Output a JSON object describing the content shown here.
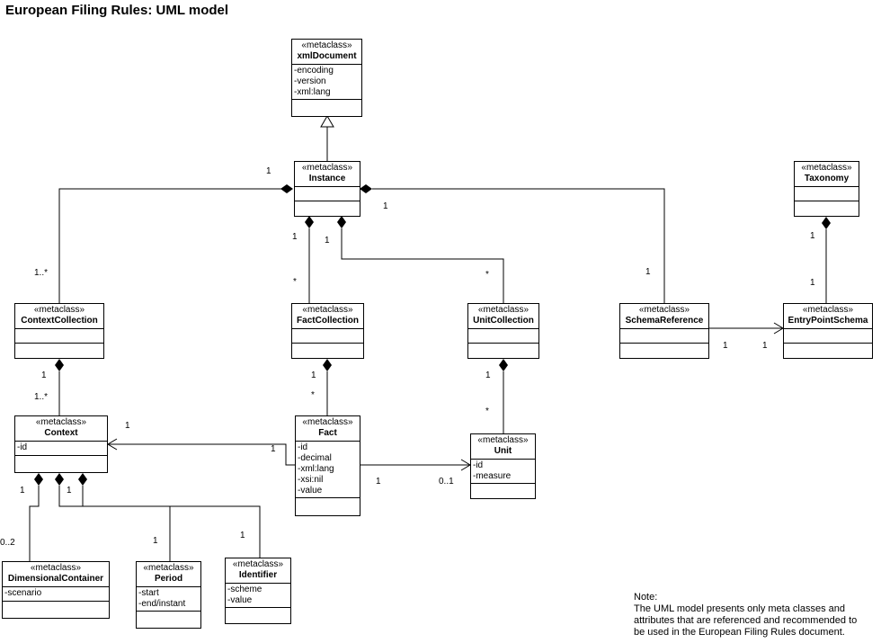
{
  "title": "European Filing Rules: UML model",
  "stereotype": "«metaclass»",
  "classes": {
    "xmlDocument": {
      "name": "xmlDocument",
      "attributes": [
        "-encoding",
        "-version",
        "-xml:lang"
      ]
    },
    "Instance": {
      "name": "Instance",
      "attributes": []
    },
    "Taxonomy": {
      "name": "Taxonomy",
      "attributes": []
    },
    "ContextCollection": {
      "name": "ContextCollection",
      "attributes": []
    },
    "FactCollection": {
      "name": "FactCollection",
      "attributes": []
    },
    "UnitCollection": {
      "name": "UnitCollection",
      "attributes": []
    },
    "SchemaReference": {
      "name": "SchemaReference",
      "attributes": []
    },
    "EntryPointSchema": {
      "name": "EntryPointSchema",
      "attributes": []
    },
    "Context": {
      "name": "Context",
      "attributes": [
        "-id"
      ]
    },
    "Fact": {
      "name": "Fact",
      "attributes": [
        "-id",
        "-decimal",
        "-xml:lang",
        "-xsi:nil",
        "-value"
      ]
    },
    "Unit": {
      "name": "Unit",
      "attributes": [
        "-id",
        "-measure"
      ]
    },
    "DimensionalContainer": {
      "name": "DimensionalContainer",
      "attributes": [
        "-scenario"
      ]
    },
    "Period": {
      "name": "Period",
      "attributes": [
        "-start",
        "-end/instant"
      ]
    },
    "Identifier": {
      "name": "Identifier",
      "attributes": [
        "-scheme",
        "-value"
      ]
    }
  },
  "multiplicities": {
    "instance_context_top": "1",
    "instance_context_bottom": "1..*",
    "instance_schema_top": "1",
    "instance_schema_bottom": "1",
    "instance_fact_top": "1",
    "instance_fact_bottom": "*",
    "instance_unit_top": "1",
    "instance_unit_bottom": "*",
    "taxonomy_entry_top": "1",
    "taxonomy_entry_bottom": "1",
    "schema_entry_left": "1",
    "schema_entry_right": "1",
    "contextcoll_context_top": "1",
    "contextcoll_context_bottom": "1..*",
    "factcoll_fact_top": "1",
    "factcoll_fact_bottom": "*",
    "unitcoll_unit_top": "1",
    "unitcoll_unit_bottom": "*",
    "fact_context_context_end": "1",
    "fact_context_fact_end": "1",
    "fact_unit_fact_end": "1",
    "fact_unit_unit_end": "0..1",
    "context_dim_top": "1",
    "context_dim_bottom": "0..2",
    "context_period": "1",
    "context_identifier": "1"
  },
  "note": {
    "heading": "Note:",
    "line1": "The UML model presents only meta classes and",
    "line2": "attributes that are referenced and recommended to",
    "line3": "be used in the European Filing Rules document."
  }
}
